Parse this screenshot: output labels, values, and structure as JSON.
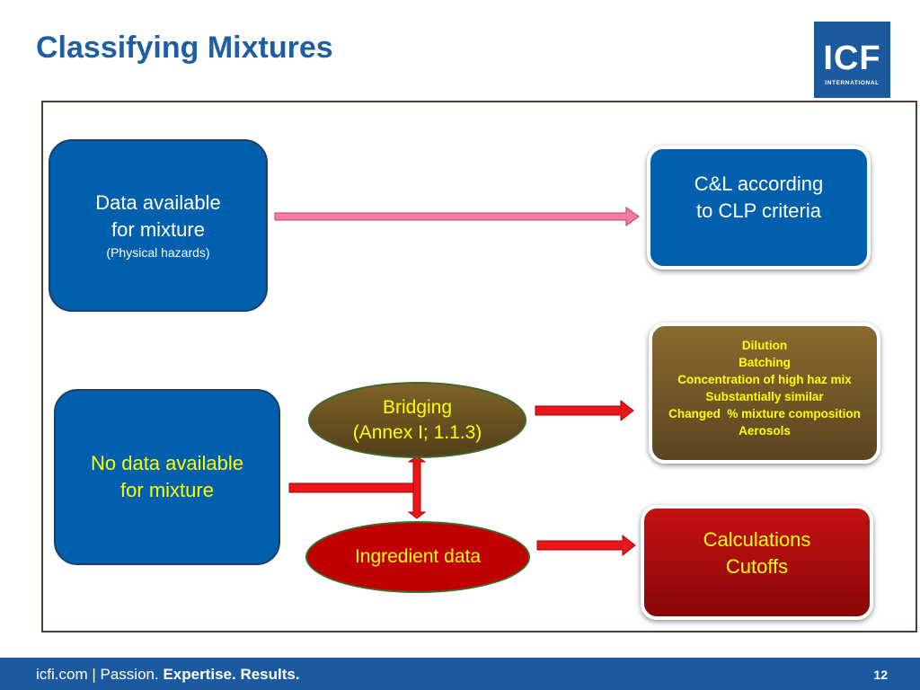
{
  "title": "Classifying Mixtures",
  "logo": {
    "mark": "ICF",
    "sub": "INTERNATIONAL"
  },
  "boxes": {
    "data_available": {
      "line1": "Data available",
      "line2": "for mixture",
      "note": "(Physical hazards)"
    },
    "cl_criteria": {
      "line1": "C&L according",
      "line2": "to CLP criteria"
    },
    "no_data": {
      "line1": "No data available",
      "line2": "for mixture"
    },
    "bridging": {
      "line1": "Bridging",
      "line2": "(Annex I; 1.1.3)"
    },
    "ingredient": {
      "label": "Ingredient data"
    },
    "bridging_list": {
      "items": [
        "Dilution",
        "Batching",
        "Concentration of high haz mix",
        "Substantially similar",
        "Changed  % mixture composition",
        "Aerosols"
      ]
    },
    "calculations": {
      "line1": "Calculations",
      "line2": "Cutoffs"
    }
  },
  "footer": {
    "site": "icfi.com",
    "sep": " | ",
    "w1": "Passion.",
    "w2": "Expertise.",
    "w3": "Results.",
    "page": "12"
  },
  "colors": {
    "title": "#1f5fa1",
    "box_blue": "#0060ad",
    "arrow_pink": "#f37ba4",
    "arrow_red": "#e8161b",
    "footer": "#1c5aa0"
  }
}
